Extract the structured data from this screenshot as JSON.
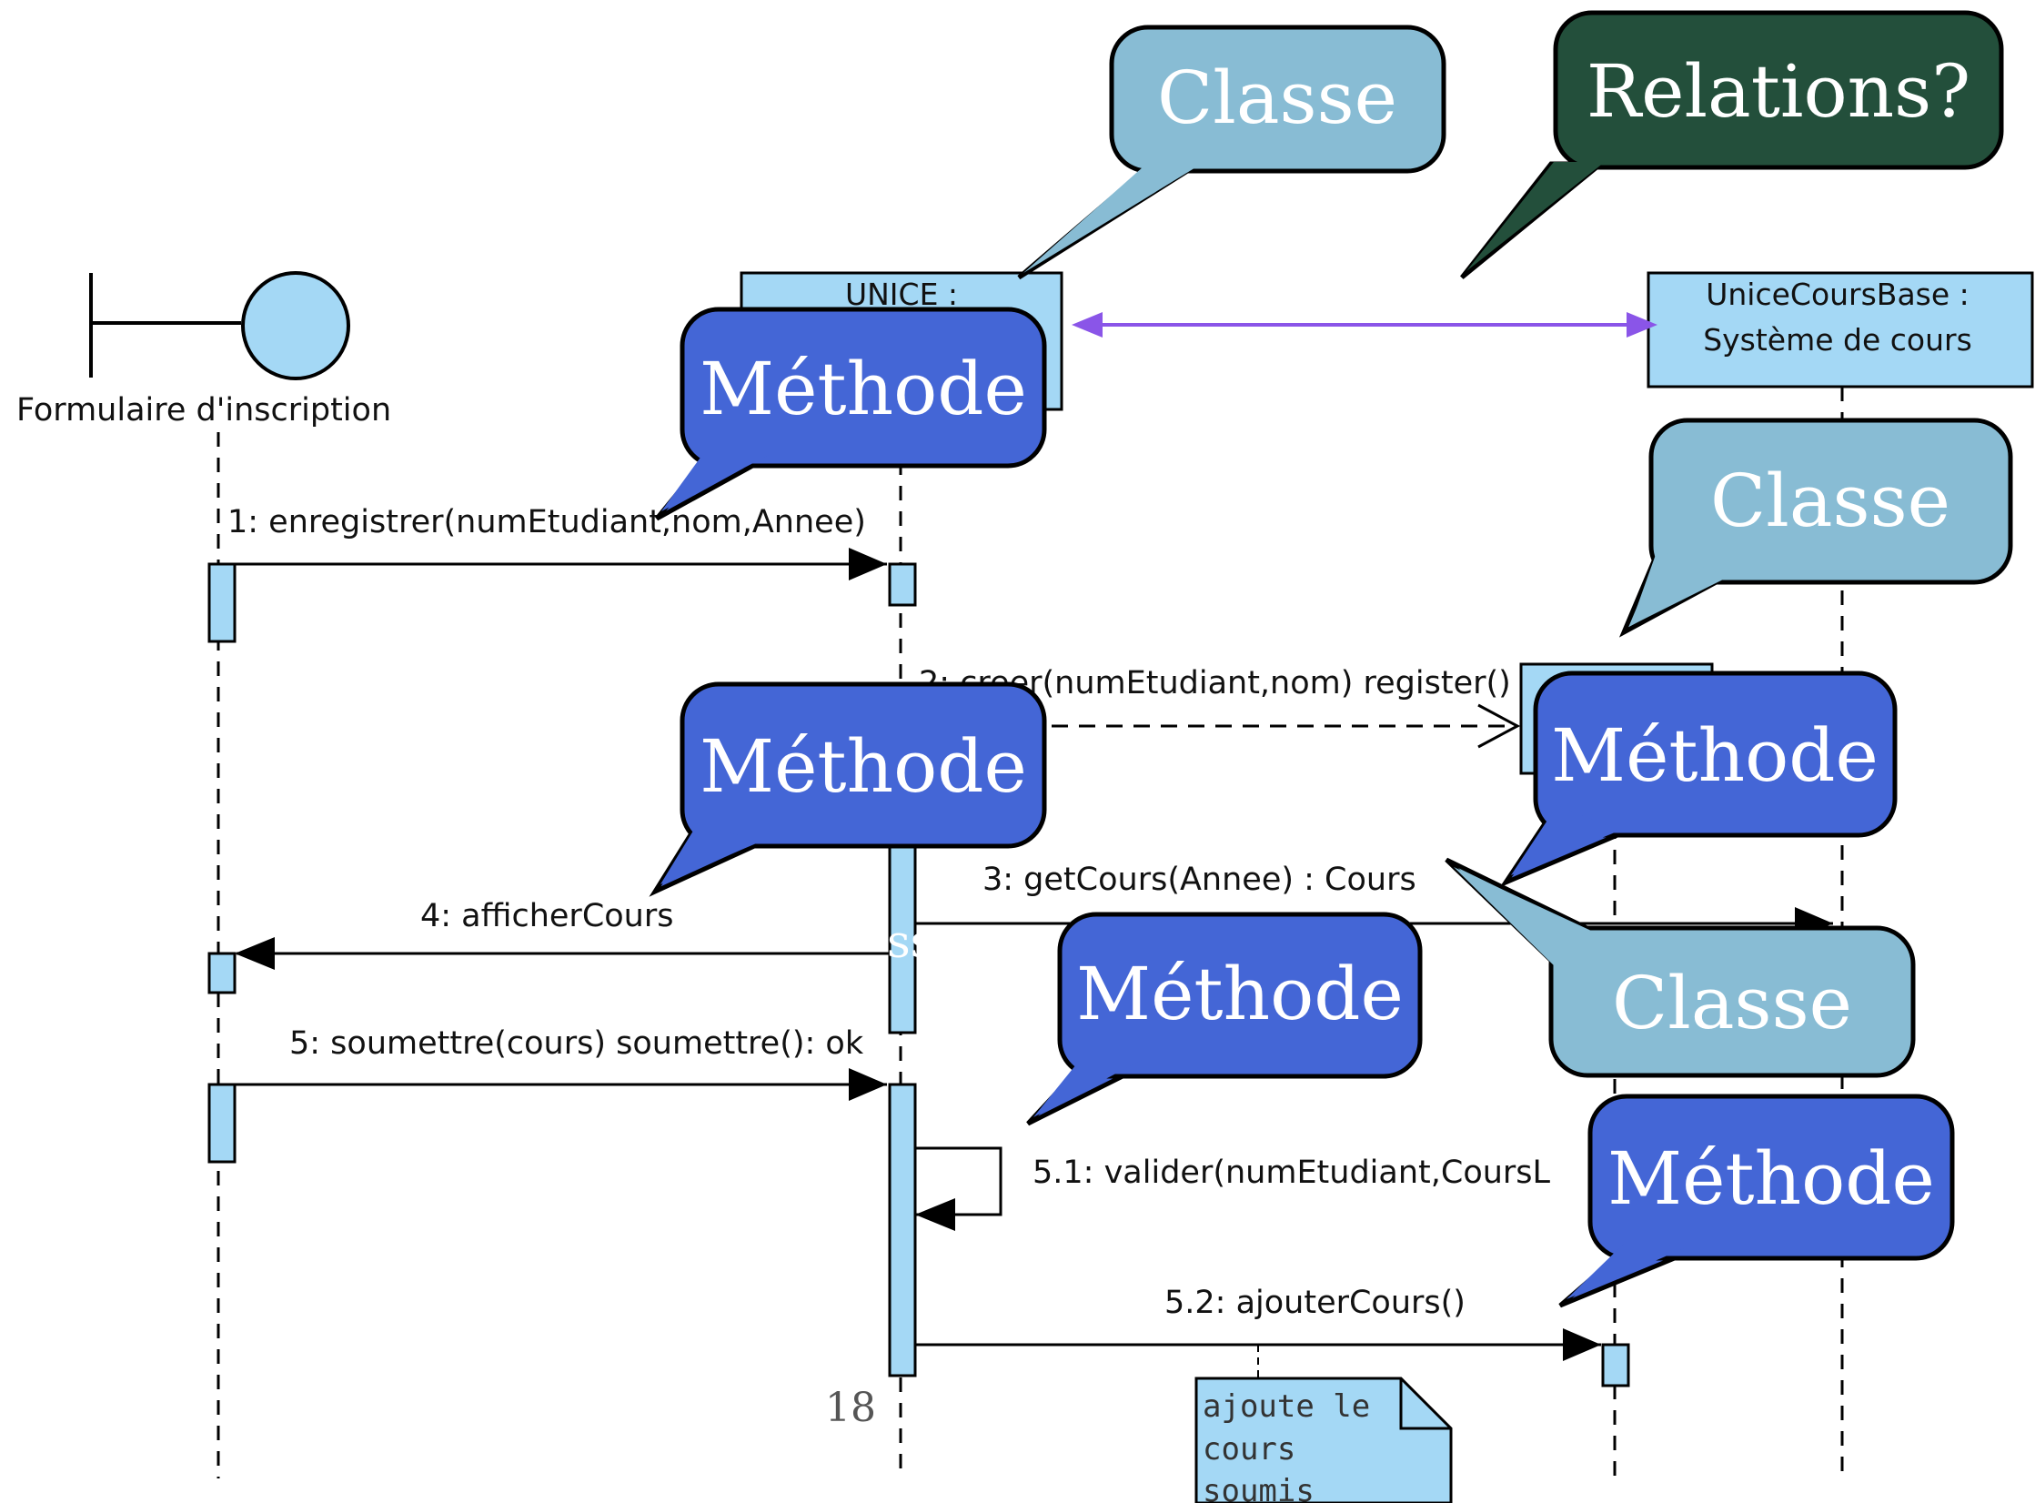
{
  "diagram": {
    "boundary_label": "Formulaire d'inscription",
    "object_unice_label": "UNICE :",
    "object_base_label_line1": "UniceCoursBase :",
    "object_base_label_line2": "Système de cours",
    "messages": {
      "m1": "1: enregistrer(numEtudiant,nom,Annee)",
      "m2": "2: creer(numEtudiant,nom) register()",
      "m3": "3: getCours(Annee) : Cours",
      "m4": "4: afficherCours",
      "m5": "5: soumettre(cours) soumettre(): ok",
      "m51": "5.1: valider(numEtudiant,CoursL",
      "m52": "5.2: ajouterCours()"
    },
    "note": [
      "ajoute le",
      "cours",
      "soumis"
    ],
    "ghost_text": "sse"
  },
  "callouts": {
    "classe": "Classe",
    "relations": "Relations?",
    "methode": "Méthode"
  },
  "colors": {
    "lifeline_fill": "#a4d8f5",
    "callout_methode": "#4466d6",
    "callout_classe": "#88bcd4",
    "callout_relations": "#234f3b",
    "relation_arrow": "#8a55e8"
  },
  "footer": {
    "page_number": "18"
  }
}
